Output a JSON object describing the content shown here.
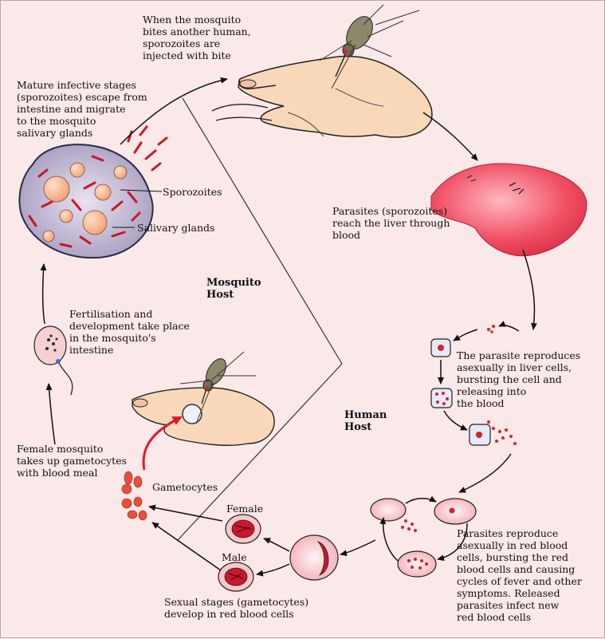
{
  "labels": {
    "bite": "When the mosquito\nbites another human,\nsporozoites are\ninjected with bite",
    "escape": "Mature infective stages\n(sporozoites) escape from\nintestine and migrate\nto the mosquito\nsalivary glands",
    "sporozoites": "Sporozoites",
    "salivary": "Salivary glands",
    "liver": "Parasites (sporozoites)\nreach the liver through\nblood",
    "mosquito_host": "Mosquito\nHost",
    "fertilisation": "Fertilisation and\ndevelopment take place\nin the mosquito's\nintestine",
    "liver_reproduce": "The parasite reproduces\nasexually in liver cells,\nbursting the cell and\nreleasing into\nthe blood",
    "human_host": "Human\nHost",
    "female_mosquito": "Female mosquito\ntakes up gametocytes\nwith blood meal",
    "gametocytes": "Gametocytes",
    "female": "Female",
    "male": "Male",
    "rbc_reproduce": "Parasites reproduce\nasexually in red blood\ncells, bursting the red\nblood cells and causing\ncycles of fever and other\nsymptoms. Released\nparasites infect new\nred blood cells",
    "sexual_stages": "Sexual stages (gametocytes)\ndevelop in red blood cells"
  }
}
